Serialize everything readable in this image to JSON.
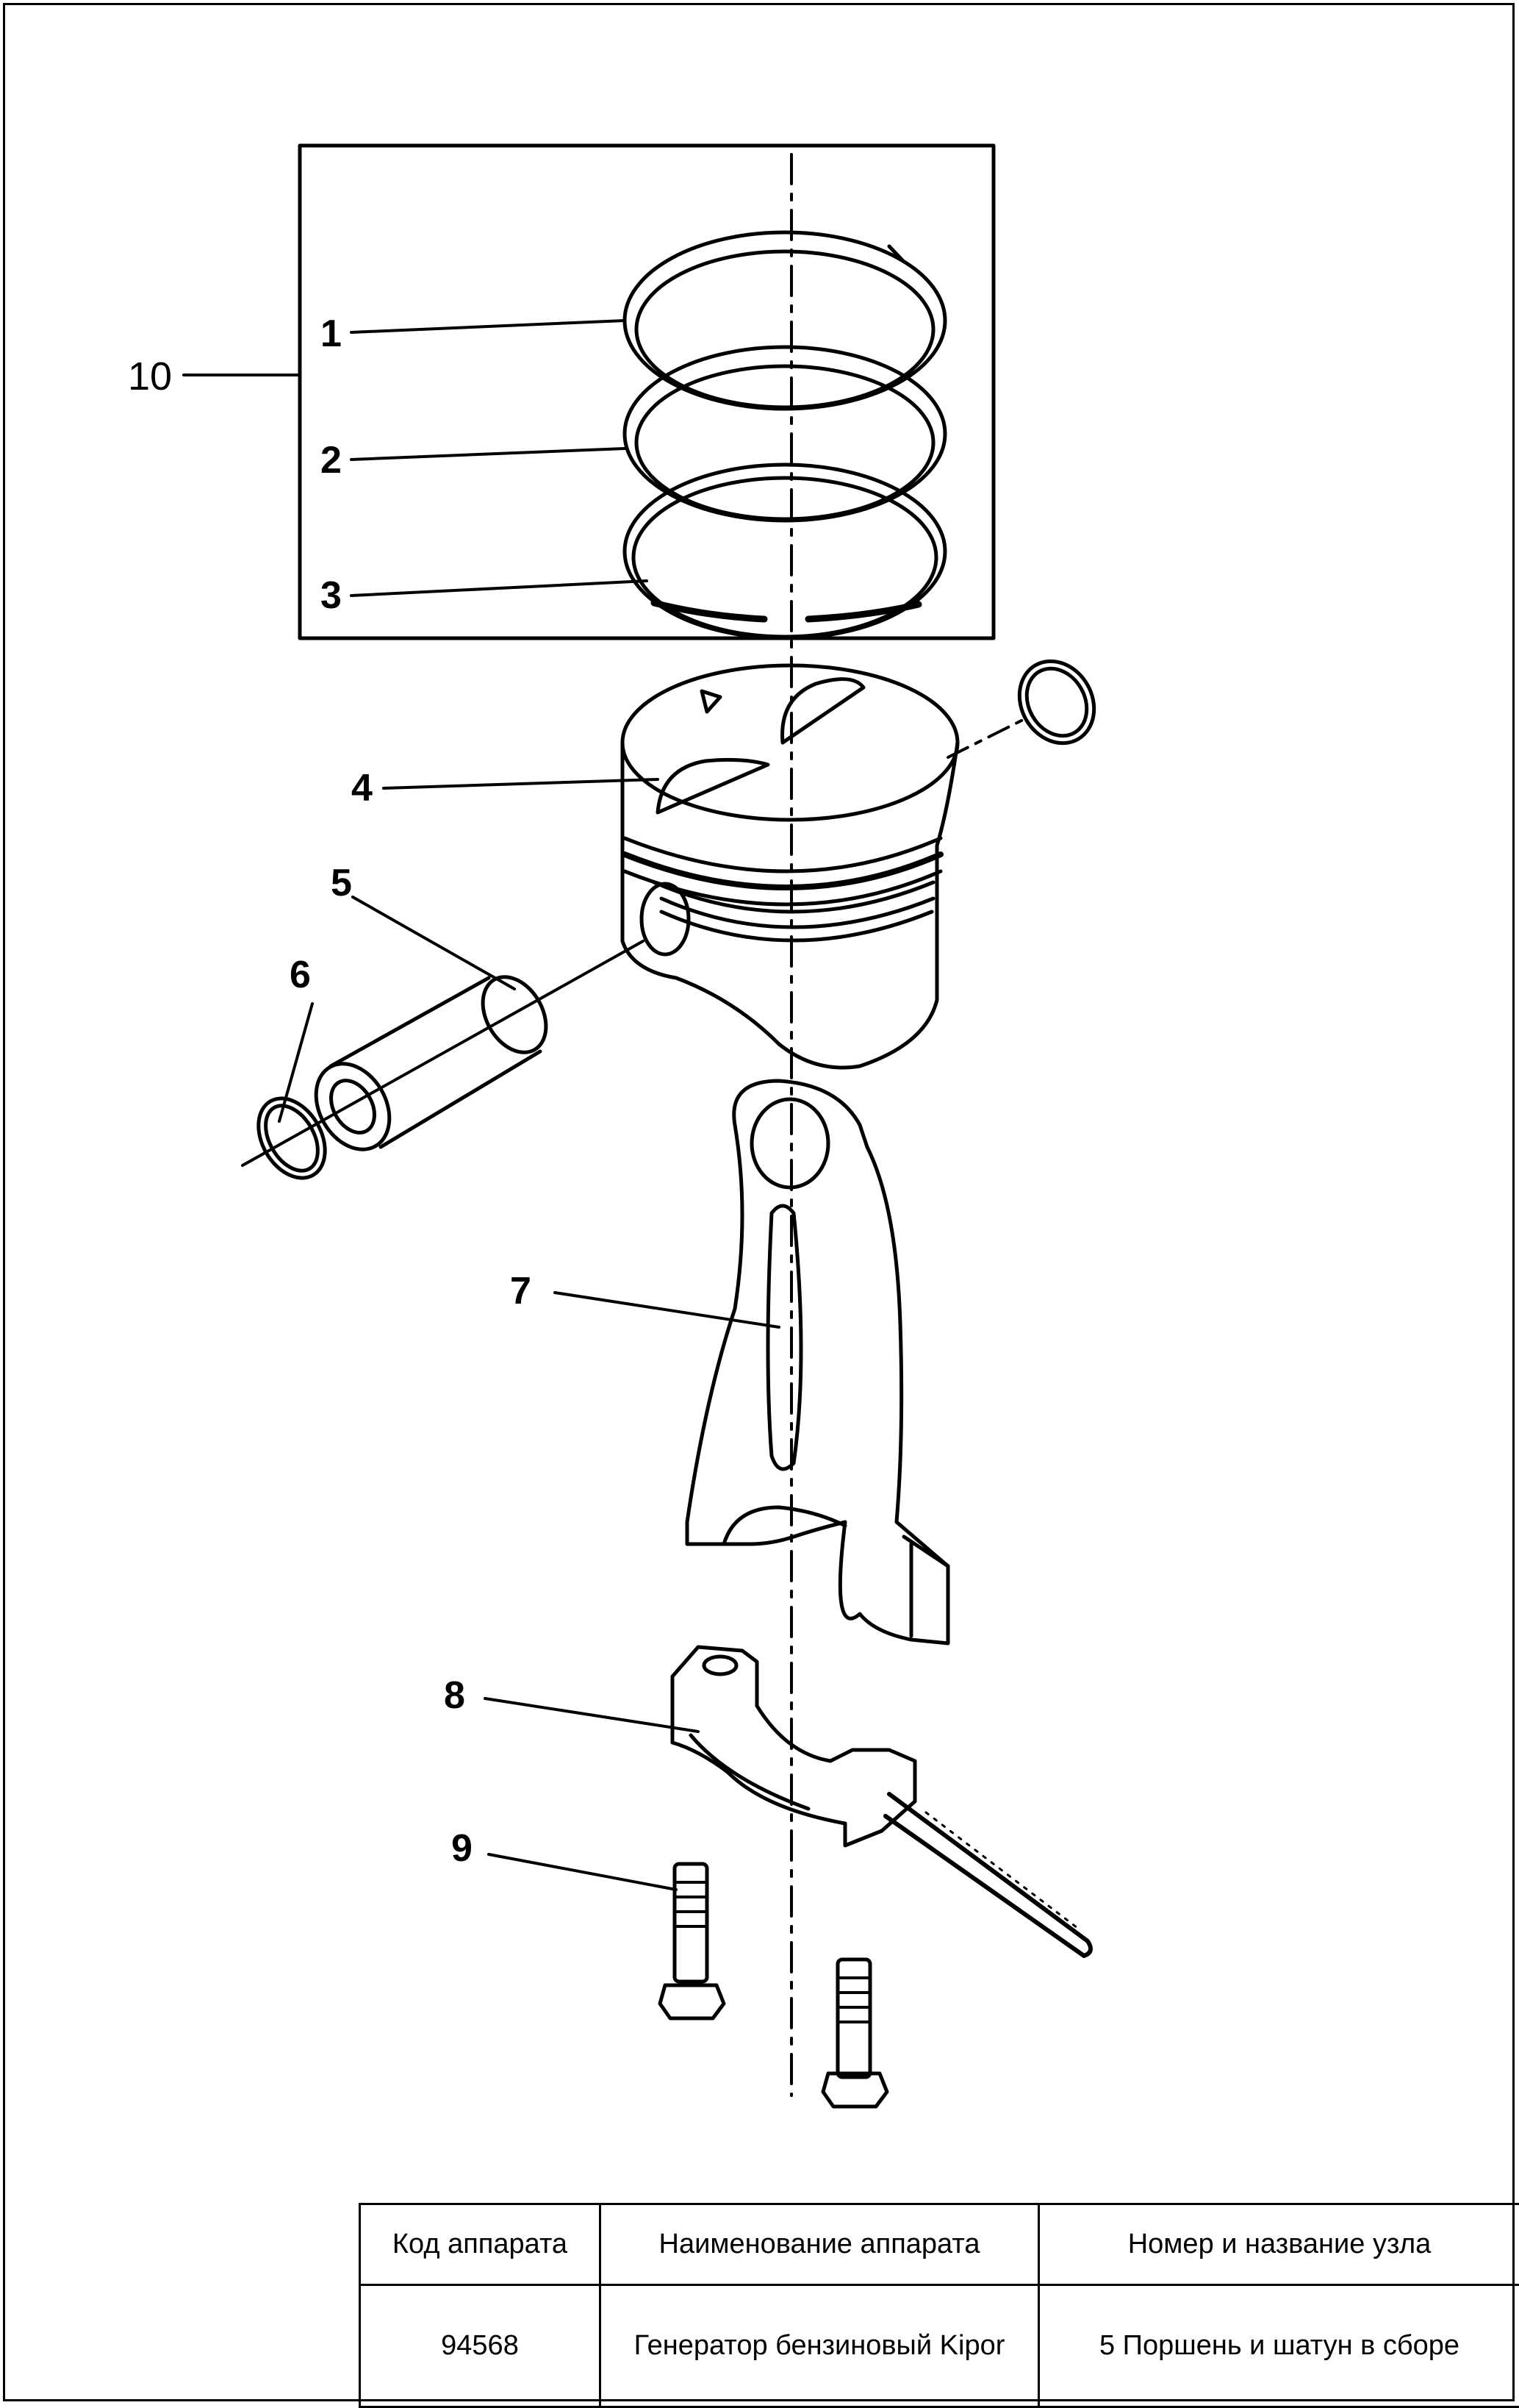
{
  "callouts": [
    {
      "id": "1",
      "label": "1"
    },
    {
      "id": "2",
      "label": "2"
    },
    {
      "id": "3",
      "label": "3"
    },
    {
      "id": "4",
      "label": "4"
    },
    {
      "id": "5",
      "label": "5"
    },
    {
      "id": "6",
      "label": "6"
    },
    {
      "id": "7",
      "label": "7"
    },
    {
      "id": "8",
      "label": "8"
    },
    {
      "id": "9",
      "label": "9"
    },
    {
      "id": "10",
      "label": "10"
    }
  ],
  "title_block": {
    "headers": [
      "Код аппарата",
      "Наименование аппарата",
      "Номер и название узла"
    ],
    "values": [
      "94568",
      "Генератор бензиновый Kipor",
      "5 Поршень и шатун в сборе"
    ]
  },
  "colors": {
    "ink": "#000000",
    "paper": "#ffffff"
  }
}
